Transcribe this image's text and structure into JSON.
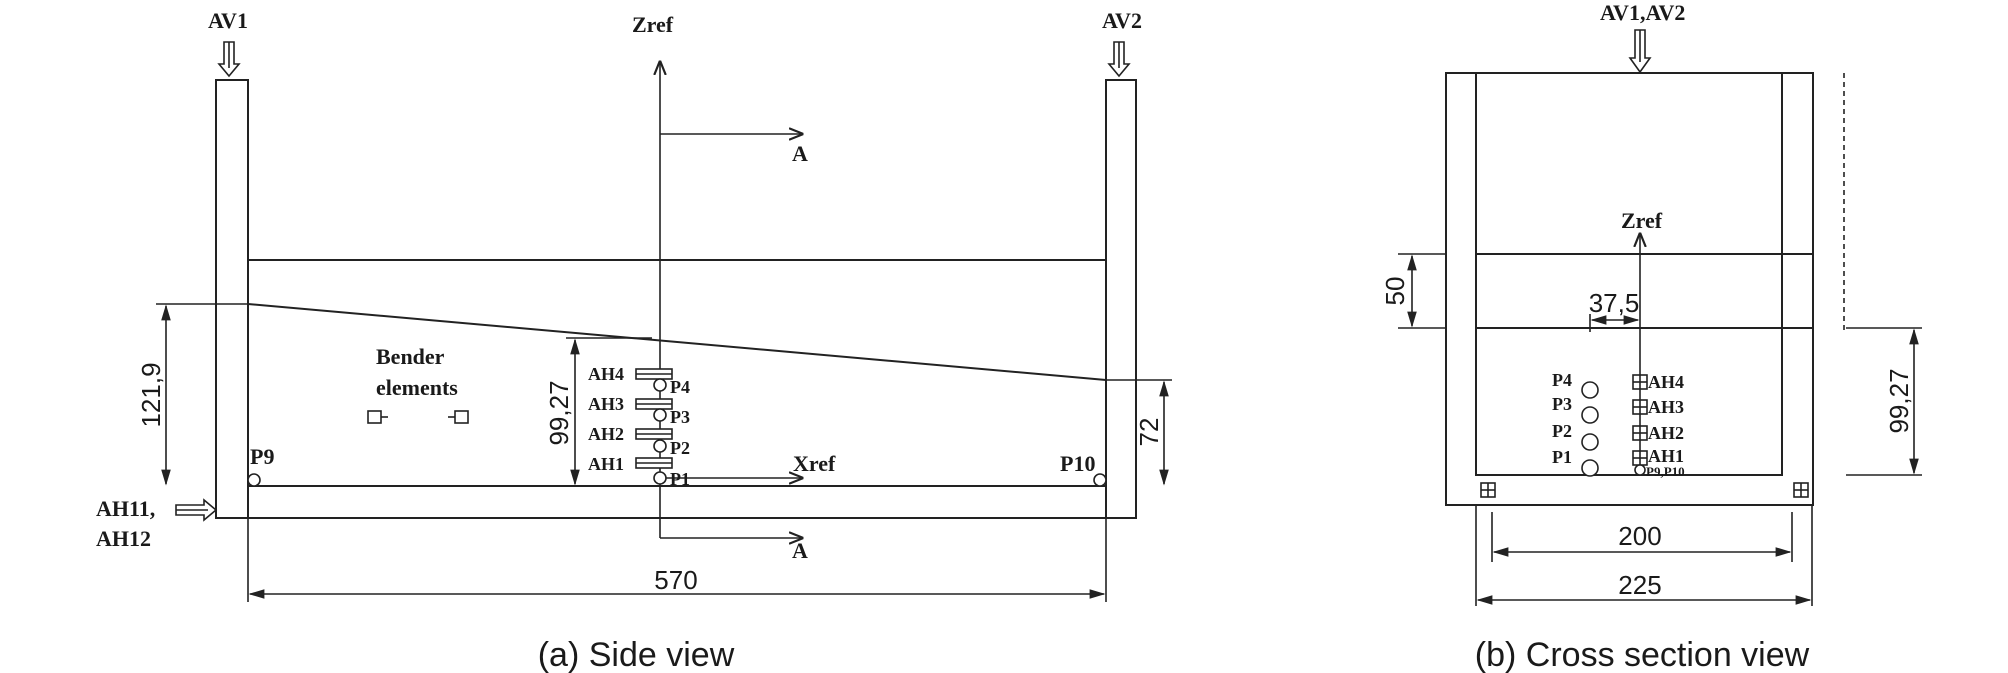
{
  "side_view": {
    "caption": "(a) Side view",
    "labels": {
      "av1": "AV1",
      "av2": "AV2",
      "zref": "Zref",
      "xref": "Xref",
      "section_a_top": "A",
      "section_a_bottom": "A",
      "bender_line1": "Bender",
      "bender_line2": "elements",
      "ah11": "AH11,",
      "ah12": "AH12",
      "p9": "P9",
      "p10": "P10",
      "ah4": "AH4",
      "ah3": "AH3",
      "ah2": "AH2",
      "ah1": "AH1",
      "p4": "P4",
      "p3": "P3",
      "p2": "P2",
      "p1": "P1"
    },
    "dimensions": {
      "left_height": "121,9",
      "mid_height": "99,27",
      "right_height": "72",
      "length": "570"
    }
  },
  "cross_section": {
    "caption": "(b) Cross section view",
    "labels": {
      "av": "AV1,AV2",
      "zref": "Zref",
      "p4": "P4",
      "p3": "P3",
      "p2": "P2",
      "p1": "P1",
      "ah4": "AH4",
      "ah3": "AH3",
      "ah2": "AH2",
      "ah1": "AH1",
      "p9p10": "P9,P10"
    },
    "dimensions": {
      "top": "50",
      "offset": "37,5",
      "right_height": "99,27",
      "inner_width": "200",
      "outer_width": "225"
    }
  }
}
